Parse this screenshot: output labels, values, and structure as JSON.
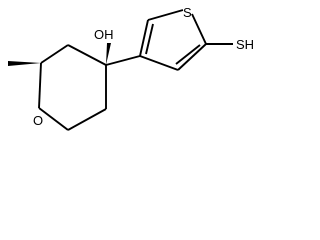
{
  "structure": {
    "atom_labels": {
      "hydroxyl": "OH",
      "ring_oxygen": "O",
      "thiophene_sulfur": "S",
      "thiol": "SH"
    },
    "colors": {
      "bond": "#000000",
      "label": "#000000",
      "background": "#ffffff"
    }
  }
}
